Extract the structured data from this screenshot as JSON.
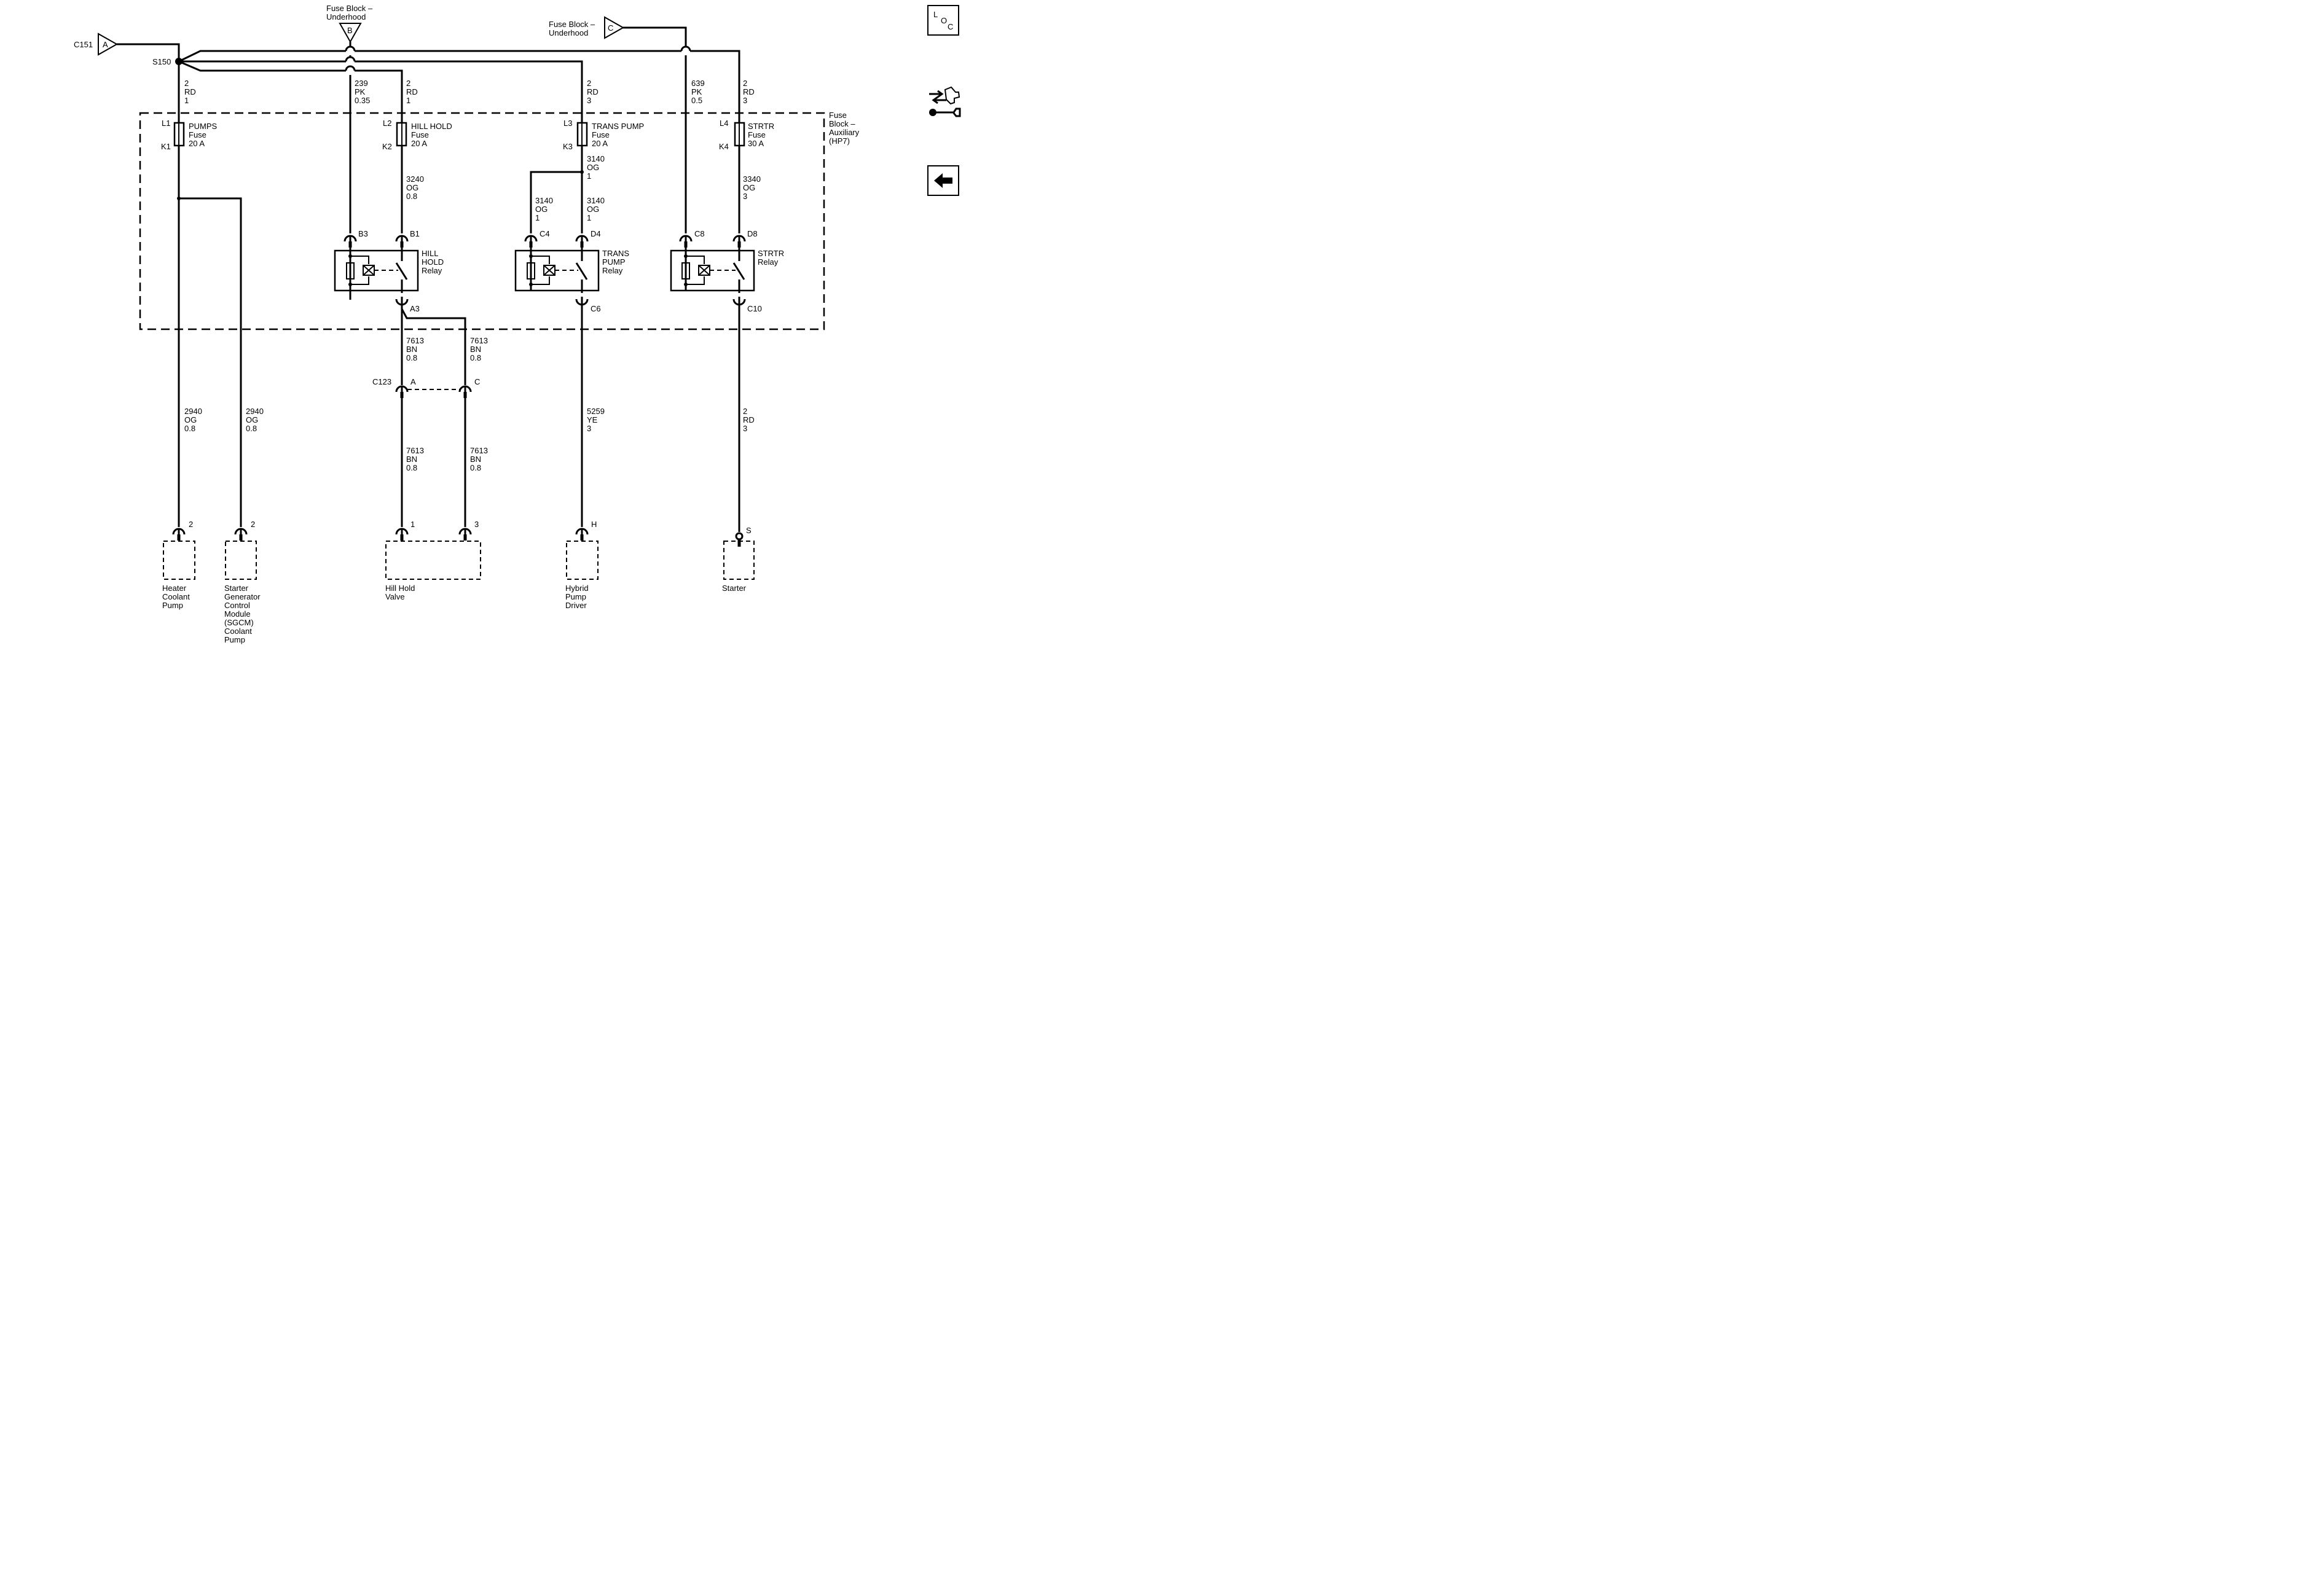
{
  "nav": {
    "loc_l": "L",
    "loc_o": "O",
    "loc_c": "C"
  },
  "sources": {
    "c151": {
      "connector": "C151",
      "pin": "A"
    },
    "fuse_block_b": {
      "line1": "Fuse Block –",
      "line2": "Underhood",
      "pin": "B"
    },
    "fuse_block_c": {
      "line1": "Fuse Block –",
      "line2": "Underhood",
      "pin": "C"
    },
    "splice": "S150"
  },
  "fuse_block_aux": {
    "line1": "Fuse",
    "line2": "Block –",
    "line3": "Auxiliary",
    "line4": "(HP7)"
  },
  "fuses": [
    {
      "top_pin": "L1",
      "bottom_pin": "K1",
      "name": "PUMPS",
      "type": "Fuse",
      "rating": "20 A"
    },
    {
      "top_pin": "L2",
      "bottom_pin": "K2",
      "name": "HILL HOLD",
      "type": "Fuse",
      "rating": "20 A"
    },
    {
      "top_pin": "L3",
      "bottom_pin": "K3",
      "name": "TRANS PUMP",
      "type": "Fuse",
      "rating": "20 A"
    },
    {
      "top_pin": "L4",
      "bottom_pin": "K4",
      "name": "STRTR",
      "type": "Fuse",
      "rating": "30 A"
    }
  ],
  "relays": [
    {
      "line1": "HILL",
      "line2": "HOLD",
      "line3": "Relay",
      "pin_coil": "B3",
      "pin_switch": "B1",
      "pin_out": "A3"
    },
    {
      "line1": "TRANS",
      "line2": "PUMP",
      "line3": "Relay",
      "pin_coil": "C4",
      "pin_switch": "D4",
      "pin_out": "C6"
    },
    {
      "line1": "STRTR",
      "line2": "Relay",
      "line3": "",
      "pin_coil": "C8",
      "pin_switch": "D8",
      "pin_out": "C10"
    }
  ],
  "wires": {
    "w_s150_l1": {
      "circuit": "2",
      "color": "RD",
      "size": "1"
    },
    "w_239": {
      "circuit": "239",
      "color": "PK",
      "size": "0.35"
    },
    "w_l2": {
      "circuit": "2",
      "color": "RD",
      "size": "1"
    },
    "w_l3": {
      "circuit": "2",
      "color": "RD",
      "size": "3"
    },
    "w_639": {
      "circuit": "639",
      "color": "PK",
      "size": "0.5"
    },
    "w_l4": {
      "circuit": "2",
      "color": "RD",
      "size": "3"
    },
    "w_3240": {
      "circuit": "3240",
      "color": "OG",
      "size": "0.8"
    },
    "w_3140_a": {
      "circuit": "3140",
      "color": "OG",
      "size": "1"
    },
    "w_3140_b": {
      "circuit": "3140",
      "color": "OG",
      "size": "1"
    },
    "w_3140_c": {
      "circuit": "3140",
      "color": "OG",
      "size": "1"
    },
    "w_3340": {
      "circuit": "3340",
      "color": "OG",
      "size": "3"
    },
    "w_7613_a": {
      "circuit": "7613",
      "color": "BN",
      "size": "0.8"
    },
    "w_7613_b": {
      "circuit": "7613",
      "color": "BN",
      "size": "0.8"
    },
    "w_7613_c": {
      "circuit": "7613",
      "color": "BN",
      "size": "0.8"
    },
    "w_7613_d": {
      "circuit": "7613",
      "color": "BN",
      "size": "0.8"
    },
    "w_2940_a": {
      "circuit": "2940",
      "color": "OG",
      "size": "0.8"
    },
    "w_2940_b": {
      "circuit": "2940",
      "color": "OG",
      "size": "0.8"
    },
    "w_5259": {
      "circuit": "5259",
      "color": "YE",
      "size": "3"
    },
    "w_starter": {
      "circuit": "2",
      "color": "RD",
      "size": "3"
    }
  },
  "c123": {
    "connector": "C123",
    "pin_a": "A",
    "pin_c": "C"
  },
  "loads": {
    "heater_pump": {
      "pin": "2",
      "line1": "Heater",
      "line2": "Coolant",
      "line3": "Pump"
    },
    "sgcm_pump": {
      "pin": "2",
      "line1": "Starter",
      "line2": "Generator",
      "line3": "Control",
      "line4": "Module",
      "line5": "(SGCM)",
      "line6": "Coolant",
      "line7": "Pump"
    },
    "hill_hold_valve": {
      "pin1": "1",
      "pin3": "3",
      "line1": "Hill Hold",
      "line2": "Valve"
    },
    "hybrid_pump": {
      "pin": "H",
      "line1": "Hybrid",
      "line2": "Pump",
      "line3": "Driver"
    },
    "starter": {
      "pin": "S",
      "line1": "Starter"
    }
  }
}
